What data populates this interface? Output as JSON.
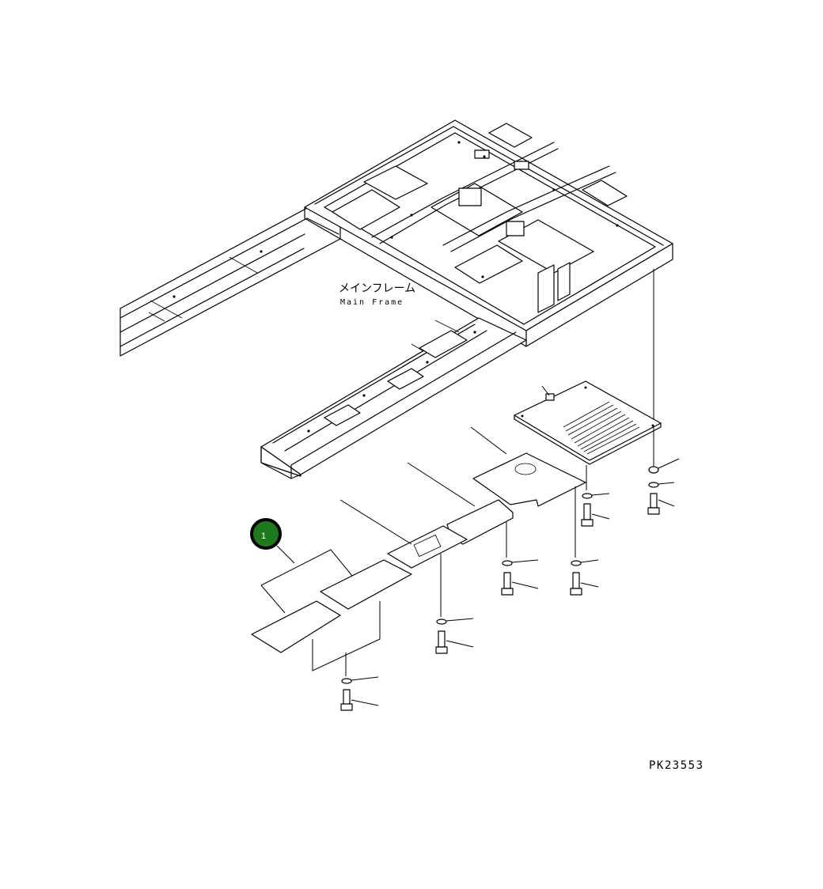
{
  "frame_label": {
    "jp": "メインフレーム",
    "en": "Main Frame"
  },
  "callout": {
    "number": "1",
    "color": "#1d7a1d"
  },
  "drawing_code": "PK23553"
}
